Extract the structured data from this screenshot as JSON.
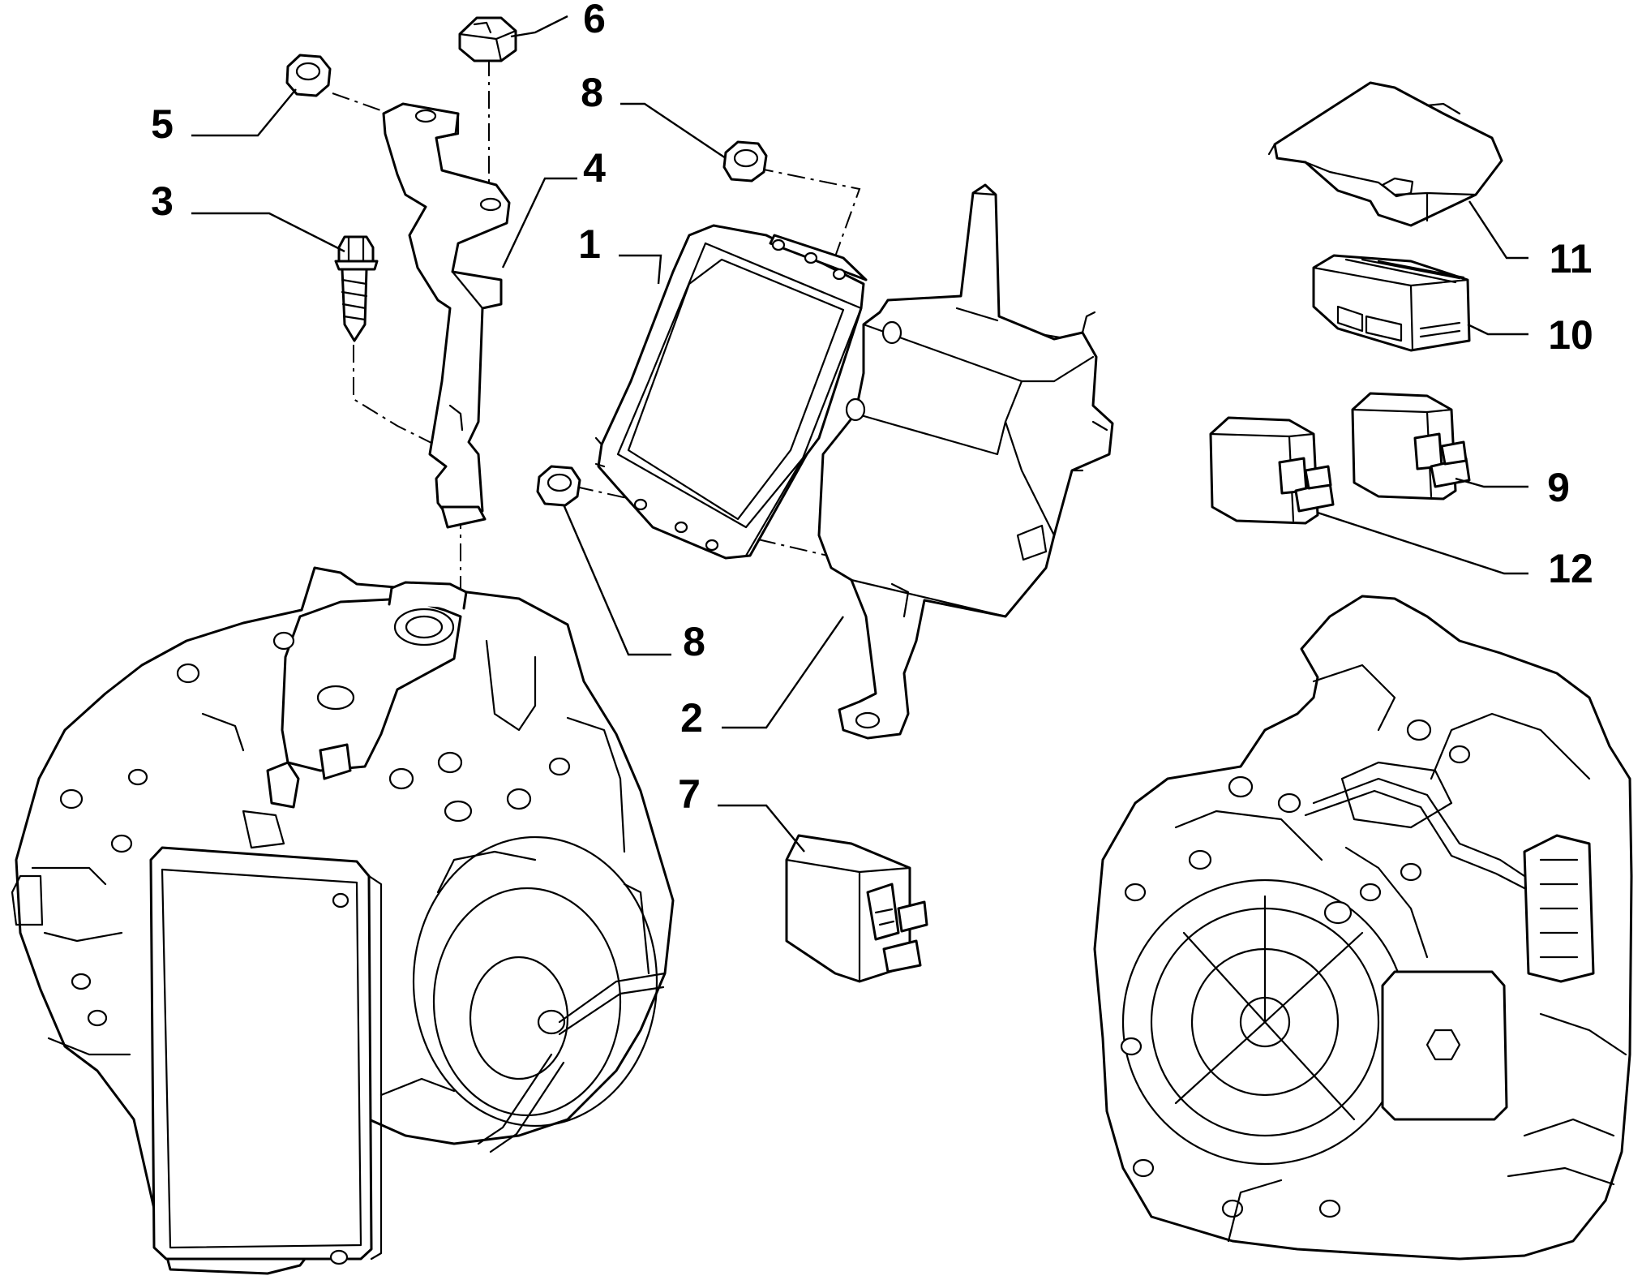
{
  "colors": {
    "line": "#000000",
    "background": "#ffffff"
  },
  "callouts": [
    {
      "id": "1",
      "label": "1"
    },
    {
      "id": "2",
      "label": "2"
    },
    {
      "id": "3",
      "label": "3"
    },
    {
      "id": "4",
      "label": "4"
    },
    {
      "id": "5",
      "label": "5"
    },
    {
      "id": "6",
      "label": "6"
    },
    {
      "id": "7",
      "label": "7"
    },
    {
      "id": "8a",
      "label": "8"
    },
    {
      "id": "8b",
      "label": "8"
    },
    {
      "id": "9",
      "label": "9"
    },
    {
      "id": "10",
      "label": "10"
    },
    {
      "id": "11",
      "label": "11"
    },
    {
      "id": "12",
      "label": "12"
    }
  ]
}
